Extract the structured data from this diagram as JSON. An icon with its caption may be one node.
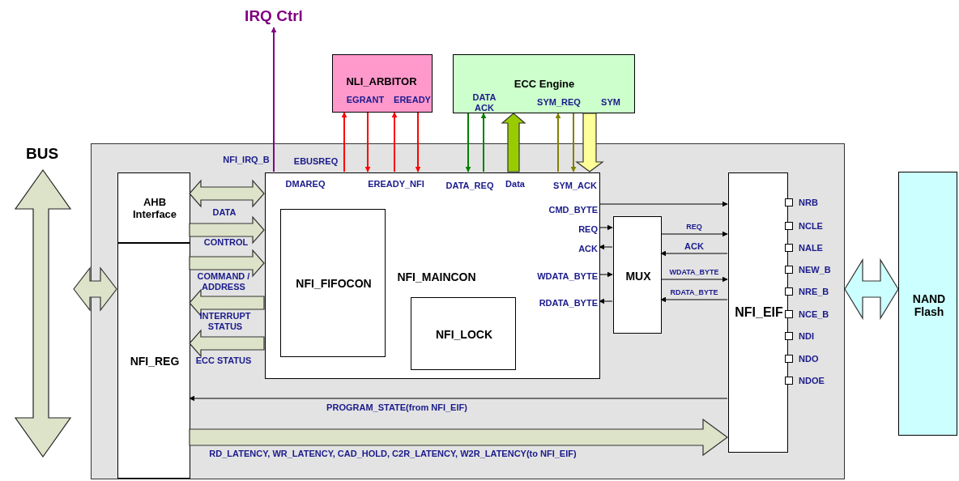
{
  "diagram": {
    "nodes": [
      {
        "text": [],
        "shape": "box"
      },
      {
        "text": [
          "BUS"
        ]
      },
      {
        "text": [
          "IRQ Ctrl"
        ]
      },
      {
        "text": [
          "NLI_ARBITOR",
          "EGRANT",
          "EREADY"
        ]
      },
      {
        "text": [
          "ECC Engine",
          "DATA ACK",
          "SYM_REQ",
          "SYM"
        ]
      },
      {
        "text": [
          "AHB Interface"
        ],
        "in": 0
      },
      {
        "text": [
          "NFI_REG"
        ],
        "in": 0
      },
      {
        "text": [
          "DMAREQ",
          "EREADY_NFI",
          "DATA_REQ",
          "Data",
          "SYM_ACK",
          "CMD_BYTE",
          "REQ",
          "ACK",
          "WDATA_BYTE",
          "RDATA_BYTE",
          "NFI_MAINCON"
        ],
        "in": 0
      },
      {
        "text": [
          "NFI_FIFOCON"
        ],
        "in": 7
      },
      {
        "text": [
          "NFI_LOCK"
        ],
        "in": 7
      },
      {
        "text": [
          "MUX"
        ],
        "in": 0
      },
      {
        "text": [
          "NFI_EIF"
        ],
        "in": 0,
        "beside": [
          "NRB",
          "NCLE",
          "NALE",
          "NEW_B",
          "NRE_B",
          "NCE_B",
          "NDI",
          "NDO",
          "NDOE"
        ]
      },
      {
        "text": [
          "NAND Flash"
        ]
      }
    ],
    "edges": [
      {
        "from": 1,
        "to": 6,
        "arrow": "both",
        "style": "thick",
        "color": "#dde3c9"
      },
      {
        "from": 7,
        "to": 2,
        "arrow": "to",
        "label": "NFI_IRQ_B",
        "color": "#800080"
      },
      {
        "from": 7,
        "to": 3,
        "arrow": "to",
        "label": "EBUSREQ",
        "color": "#ff0000"
      },
      {
        "from": 3,
        "to": 7,
        "arrow": "to",
        "color": "#ff0000"
      },
      {
        "from": 7,
        "to": 3,
        "arrow": "to",
        "color": "#ff0000"
      },
      {
        "from": 3,
        "to": 7,
        "arrow": "to",
        "color": "#ff0000"
      },
      {
        "from": 4,
        "to": 7,
        "arrow": "to",
        "color": "#008000"
      },
      {
        "from": 7,
        "to": 4,
        "arrow": "to",
        "color": "#008000"
      },
      {
        "from": 7,
        "to": 4,
        "arrow": "to",
        "style": "thick",
        "color": "#99cc00"
      },
      {
        "from": 7,
        "to": 4,
        "arrow": "to",
        "color": "#808000"
      },
      {
        "from": 4,
        "to": 7,
        "arrow": "to",
        "color": "#808000"
      },
      {
        "from": 4,
        "to": 7,
        "arrow": "to",
        "style": "thick",
        "color": "#ffff99"
      },
      {
        "from": 5,
        "to": 7,
        "arrow": "both",
        "style": "thick",
        "color": "#dde3c9",
        "label": "DATA"
      },
      {
        "from": 5,
        "to": 7,
        "arrow": "to",
        "style": "thick",
        "color": "#dde3c9",
        "label": "CONTROL"
      },
      {
        "from": 6,
        "to": 7,
        "arrow": "to",
        "style": "thick",
        "color": "#dde3c9",
        "label": "COMMAND / ADDRESS"
      },
      {
        "from": 7,
        "to": 6,
        "arrow": "to",
        "style": "thick",
        "color": "#dde3c9",
        "label": "INTERRUPT STATUS"
      },
      {
        "from": 7,
        "to": 6,
        "arrow": "to",
        "style": "thick",
        "color": "#dde3c9",
        "label": "ECC STATUS"
      },
      {
        "from": 7,
        "to": 11,
        "arrow": "to"
      },
      {
        "from": 7,
        "to": 10,
        "arrow": "to"
      },
      {
        "from": 10,
        "to": 7,
        "arrow": "to"
      },
      {
        "from": 7,
        "to": 10,
        "arrow": "to"
      },
      {
        "from": 10,
        "to": 7,
        "arrow": "to"
      },
      {
        "from": 10,
        "to": 11,
        "arrow": "to",
        "label": "REQ"
      },
      {
        "from": 11,
        "to": 10,
        "arrow": "to",
        "label": "ACK"
      },
      {
        "from": 10,
        "to": 11,
        "arrow": "to",
        "label": "WDATA_BYTE"
      },
      {
        "from": 11,
        "to": 10,
        "arrow": "to",
        "label": "RDATA_BYTE"
      },
      {
        "from": 11,
        "to": 6,
        "arrow": "to",
        "label": "PROGRAM_STATE(from NFI_EIF)"
      },
      {
        "from": 6,
        "to": 11,
        "arrow": "to",
        "style": "thick",
        "color": "#dde3c9",
        "label": "RD_LATENCY, WR_LATENCY, CAD_HOLD, C2R_LATENCY, W2R_LATENCY(to NFI_EIF)"
      },
      {
        "from": 0,
        "to": 12,
        "arrow": "both",
        "style": "thick",
        "color": "#ccffff"
      }
    ]
  }
}
